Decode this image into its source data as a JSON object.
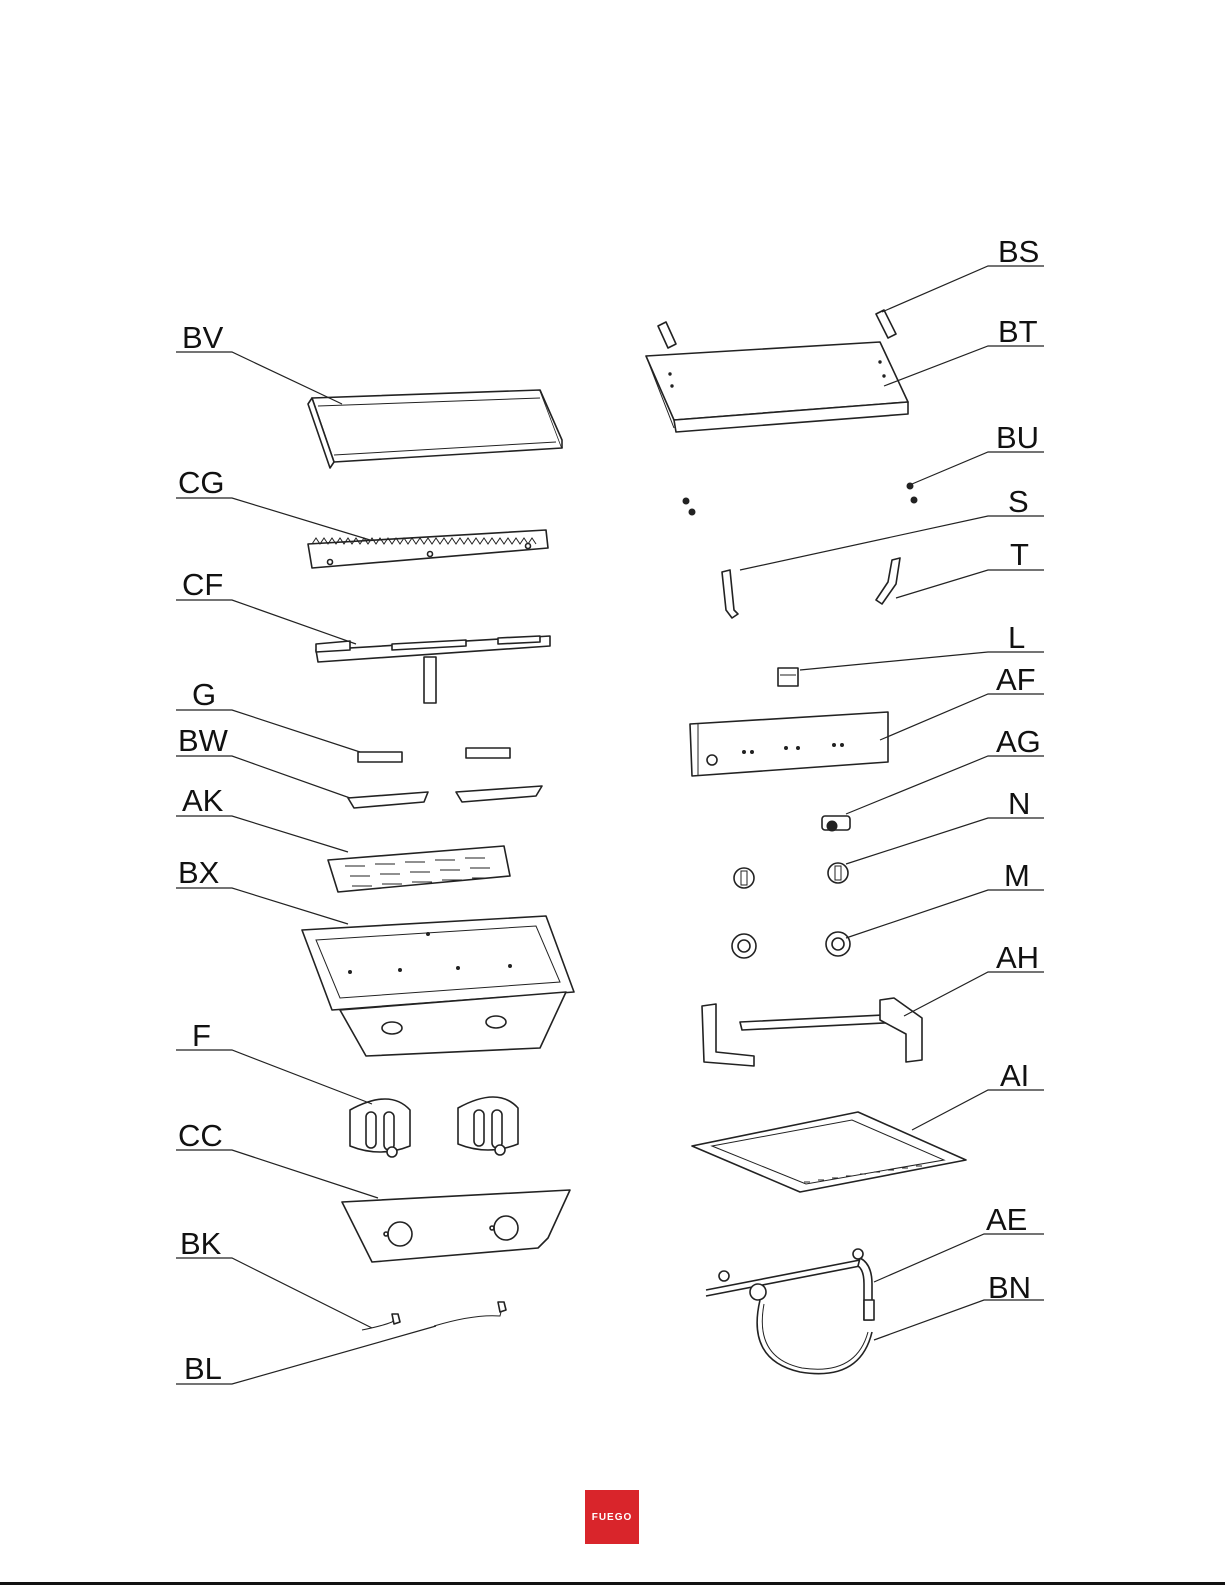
{
  "labels": {
    "bv": "BV",
    "cg": "CG",
    "cf": "CF",
    "g": "G",
    "bw": "BW",
    "ak": "AK",
    "bx": "BX",
    "f": "F",
    "cc": "CC",
    "bk": "BK",
    "bl": "BL",
    "bs": "BS",
    "bt": "BT",
    "bu": "BU",
    "s": "S",
    "t": "T",
    "l": "L",
    "af": "AF",
    "ag": "AG",
    "n": "N",
    "m": "M",
    "ah": "AH",
    "ai": "AI",
    "ae": "AE",
    "bn": "BN"
  },
  "logo": {
    "text": "FUEGO",
    "color": "#d9252b"
  }
}
